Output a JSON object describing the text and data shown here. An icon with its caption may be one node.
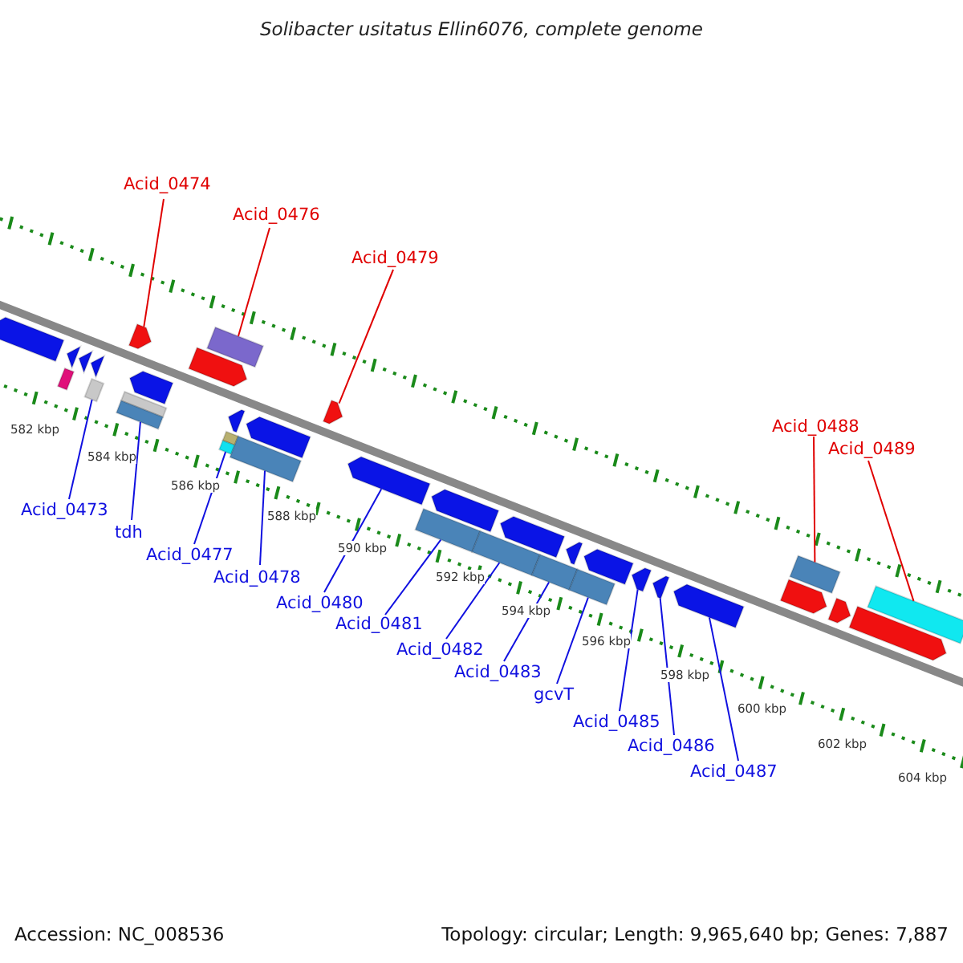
{
  "diagram": {
    "title": "Solibacter usitatus Ellin6076, complete genome",
    "nodes": [
      {
        "text": [
          "Acid_0474"
        ]
      },
      {
        "text": [
          "Acid_0476"
        ]
      },
      {
        "text": [
          "Acid_0479"
        ]
      },
      {
        "text": [
          "Acid_0488"
        ]
      },
      {
        "text": [
          "Acid_0489"
        ]
      },
      {
        "text": [
          "Acid_0473"
        ]
      },
      {
        "text": [
          "tdh"
        ]
      },
      {
        "text": [
          "Acid_0477"
        ]
      },
      {
        "text": [
          "Acid_0478"
        ]
      },
      {
        "text": [
          "Acid_0480"
        ]
      },
      {
        "text": [
          "Acid_0481"
        ]
      },
      {
        "text": [
          "Acid_0482"
        ]
      },
      {
        "text": [
          "Acid_0483"
        ]
      },
      {
        "text": [
          "gcvT"
        ]
      },
      {
        "text": [
          "Acid_0485"
        ]
      },
      {
        "text": [
          "Acid_0486"
        ]
      },
      {
        "text": [
          "Acid_0487"
        ]
      },
      {
        "text": [],
        "shape": "bar"
      },
      {
        "text": [],
        "shape": "bar"
      },
      {
        "text": [],
        "shape": "bar"
      },
      {
        "text": [],
        "shape": "bar"
      },
      {
        "text": [],
        "shape": "bar"
      },
      {
        "text": [],
        "shape": "bar"
      },
      {
        "text": [],
        "shape": "bar"
      },
      {
        "text": [],
        "shape": "bar"
      },
      {
        "text": [],
        "shape": "bar"
      },
      {
        "text": [],
        "shape": "bar"
      },
      {
        "text": [],
        "shape": "bar"
      },
      {
        "text": [],
        "shape": "bar"
      },
      {
        "text": [],
        "shape": "bar"
      },
      {
        "text": [],
        "shape": "bar"
      },
      {
        "text": [],
        "shape": "bar"
      },
      {
        "text": [],
        "shape": "bar"
      },
      {
        "text": [],
        "shape": "bar"
      },
      {
        "text": [],
        "shape": "bar"
      },
      {
        "text": [],
        "shape": "bar"
      },
      {
        "text": [],
        "shape": "bar"
      },
      {
        "text": [],
        "shape": "bar"
      },
      {
        "text": [],
        "shape": "bar"
      },
      {
        "text": [],
        "shape": "bar"
      },
      {
        "text": [],
        "shape": "bar"
      },
      {
        "text": [],
        "shape": "bar"
      },
      {
        "text": [],
        "shape": "bar"
      },
      {
        "text": [],
        "shape": "bar"
      },
      {
        "text": [],
        "shape": "bar"
      },
      {
        "text": [],
        "shape": "bar"
      },
      {
        "text": [],
        "shape": "bar"
      },
      {
        "text": [],
        "shape": "bar"
      },
      {
        "text": [],
        "shape": "bar"
      },
      {
        "text": [],
        "shape": "bar"
      }
    ],
    "edges": [
      {
        "from": 0,
        "to": 23,
        "arrow": "none",
        "color": "#e00000"
      },
      {
        "from": 1,
        "to": 27,
        "arrow": "none",
        "color": "#e00000"
      },
      {
        "from": 2,
        "to": 32,
        "arrow": "none",
        "color": "#e00000"
      },
      {
        "from": 3,
        "to": 46,
        "arrow": "none",
        "color": "#e00000"
      },
      {
        "from": 4,
        "to": 49,
        "arrow": "none",
        "color": "#e00000"
      },
      {
        "from": 5,
        "to": 22,
        "arrow": "none"
      },
      {
        "from": 6,
        "to": 25,
        "arrow": "none"
      },
      {
        "from": 7,
        "to": 29,
        "arrow": "none"
      },
      {
        "from": 8,
        "to": 30,
        "arrow": "none"
      },
      {
        "from": 9,
        "to": 33,
        "arrow": "none"
      },
      {
        "from": 10,
        "to": 34,
        "arrow": "none"
      },
      {
        "from": 11,
        "to": 36,
        "arrow": "none"
      },
      {
        "from": 12,
        "to": 38,
        "arrow": "none"
      },
      {
        "from": 13,
        "to": 40,
        "arrow": "none"
      },
      {
        "from": 14,
        "to": 42,
        "arrow": "none"
      },
      {
        "from": 15,
        "to": 43,
        "arrow": "none"
      },
      {
        "from": 16,
        "to": 44,
        "arrow": "none"
      }
    ],
    "labels": [
      "582 kbp",
      "584 kbp",
      "586 kbp",
      "588 kbp",
      "590 kbp",
      "592 kbp",
      "594 kbp",
      "596 kbp",
      "598 kbp",
      "600 kbp",
      "602 kbp",
      "604 kbp",
      "Accession: NC_008536",
      "Topology: circular; Length: 9,965,640 bp; Genes: 7,887"
    ]
  }
}
